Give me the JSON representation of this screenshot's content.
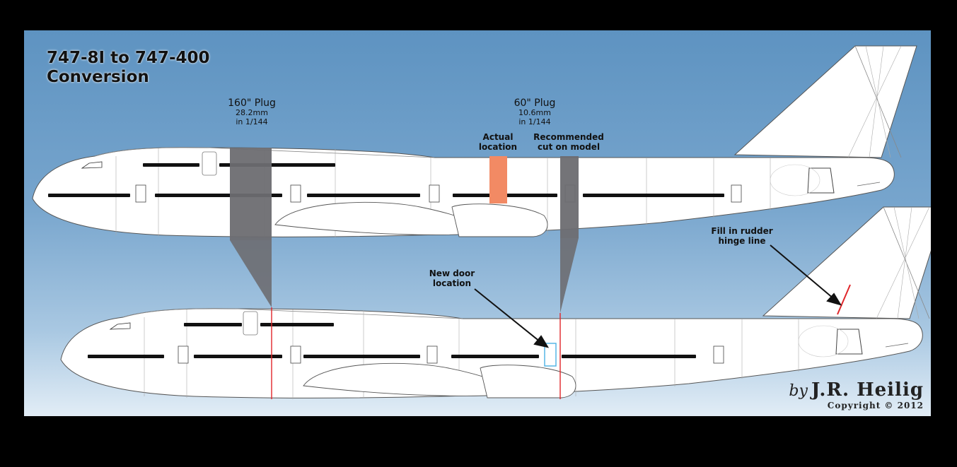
{
  "title_line1": "747-8I to 747-400",
  "title_line2": "Conversion",
  "plug160": {
    "title": "160\" Plug",
    "mm": "28.2mm",
    "scale": "in 1/144"
  },
  "plug60": {
    "title": "60\" Plug",
    "mm": "10.6mm",
    "scale": "in 1/144"
  },
  "actual_location": {
    "line1": "Actual",
    "line2": "location"
  },
  "recommended": {
    "line1": "Recommended",
    "line2": "cut on model"
  },
  "new_door": {
    "line1": "New door",
    "line2": "location"
  },
  "rudder": {
    "line1": "Fill in rudder",
    "line2": "hinge line"
  },
  "signature": {
    "by": "by",
    "name": "J.R. Heilig",
    "copyright": "Copyright © 2012"
  },
  "colors": {
    "plug_gray": "#6d6d71",
    "actual_orange": "#f28a64",
    "cut_red": "#e0262a",
    "door_blue": "#56b6e6"
  }
}
